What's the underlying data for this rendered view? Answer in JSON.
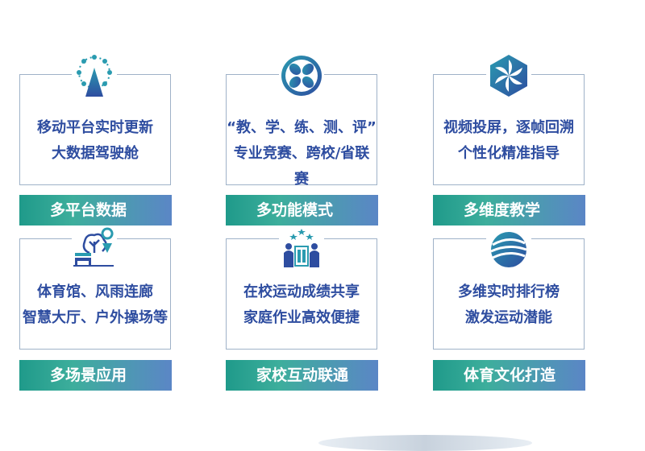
{
  "colors": {
    "text_blue": "#2e4da0",
    "card_border": "#9fb2c8",
    "banner_teal": "#1f9a8a",
    "banner_blue": "#5b86c6"
  },
  "cards": [
    {
      "icon": "ferris-wheel-icon",
      "line1": "移动平台实时更新",
      "line2": "大数据驾驶舱",
      "banner": "多平台数据"
    },
    {
      "icon": "fan-icon",
      "line1": "“教、学、练、测、评”",
      "line2": "专业竞赛、跨校/省联赛",
      "banner": "多功能模式"
    },
    {
      "icon": "hexagon-shutter-icon",
      "line1": "视频投屏，逐帧回溯",
      "line2": "个性化精准指导",
      "banner": "多维度教学"
    },
    {
      "icon": "park-scene-icon",
      "line1": "体育馆、风雨连廊",
      "line2": "智慧大厅、户外操场等",
      "banner": "多场景应用"
    },
    {
      "icon": "school-family-icon",
      "line1": "在校运动成绩共享",
      "line2": "家庭作业高效便捷",
      "banner": "家校互动联通"
    },
    {
      "icon": "swirl-globe-icon",
      "line1": "多维实时排行榜",
      "line2": "激发运动潜能",
      "banner": "体育文化打造"
    }
  ]
}
